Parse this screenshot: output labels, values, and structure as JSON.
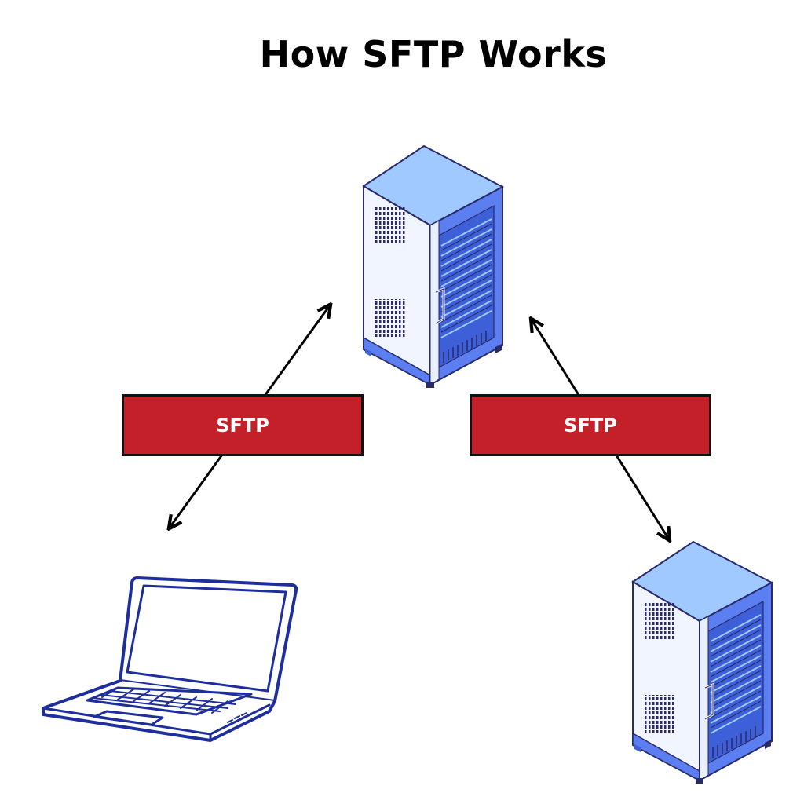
{
  "title": "How SFTP Works",
  "connections": [
    {
      "label": "SFTP",
      "from": "laptop",
      "to": "central-server",
      "direction": "bidirectional"
    },
    {
      "label": "SFTP",
      "from": "central-server",
      "to": "remote-server",
      "direction": "bidirectional"
    }
  ],
  "nodes": [
    {
      "id": "central-server",
      "type": "server-rack"
    },
    {
      "id": "laptop",
      "type": "laptop"
    },
    {
      "id": "remote-server",
      "type": "server-rack"
    }
  ],
  "colors": {
    "label_fill": "#c3202a",
    "label_border": "#111111",
    "server_top": "#9fc9ff",
    "server_side": "#f0f5ff",
    "server_front": "#5b7ff0",
    "outline": "#2a2a6a",
    "laptop_stroke": "#1e2e9c",
    "arrow": "#000000"
  }
}
